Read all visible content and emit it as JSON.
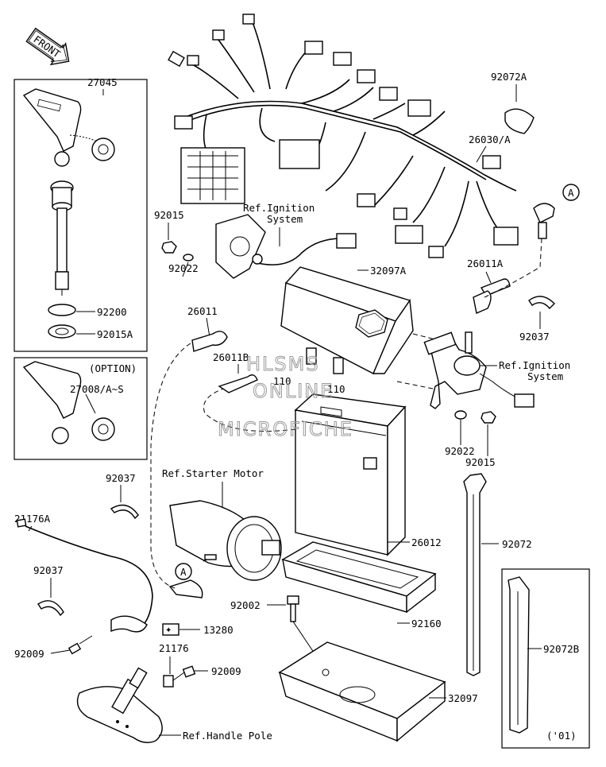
{
  "orientation": {
    "front_label": "FRONT"
  },
  "parts": {
    "p27045": "27045",
    "p92200": "92200",
    "p92015A": "92015A",
    "option_label": "(OPTION)",
    "p27008": "27008/A~S",
    "p92037a": "92037",
    "p21176A": "21176A",
    "p92037b": "92037",
    "p92009a": "92009",
    "p21176": "21176",
    "p92009b": "92009",
    "p13280": "13280",
    "p92015": "92015",
    "p92022a": "92022",
    "p26011": "26011",
    "p26011B": "26011B",
    "p110a": "110",
    "p110b": "110",
    "p32097A": "32097A",
    "p26011A": "26011A",
    "p92072A": "92072A",
    "p26030": "26030/A",
    "p92037c": "92037",
    "p92022b": "92022",
    "p92015b": "92015",
    "p26012": "26012",
    "p92072": "92072",
    "p92002": "92002",
    "p92160": "92160",
    "p32097": "32097",
    "p92072B": "92072B",
    "year_label": "('01)"
  },
  "refs": {
    "ignition_1_line1": "Ref.Ignition",
    "ignition_1_line2": "System",
    "ignition_2_line1": "Ref.Ignition",
    "ignition_2_line2": "System",
    "starter_motor": "Ref.Starter Motor",
    "handle_pole": "Ref.Handle Pole"
  },
  "callouts": {
    "a1": "A",
    "a2": "A"
  },
  "watermark": {
    "line1": "HLSMS",
    "line2": "ONLINE",
    "line3": "MICROFICHE"
  }
}
